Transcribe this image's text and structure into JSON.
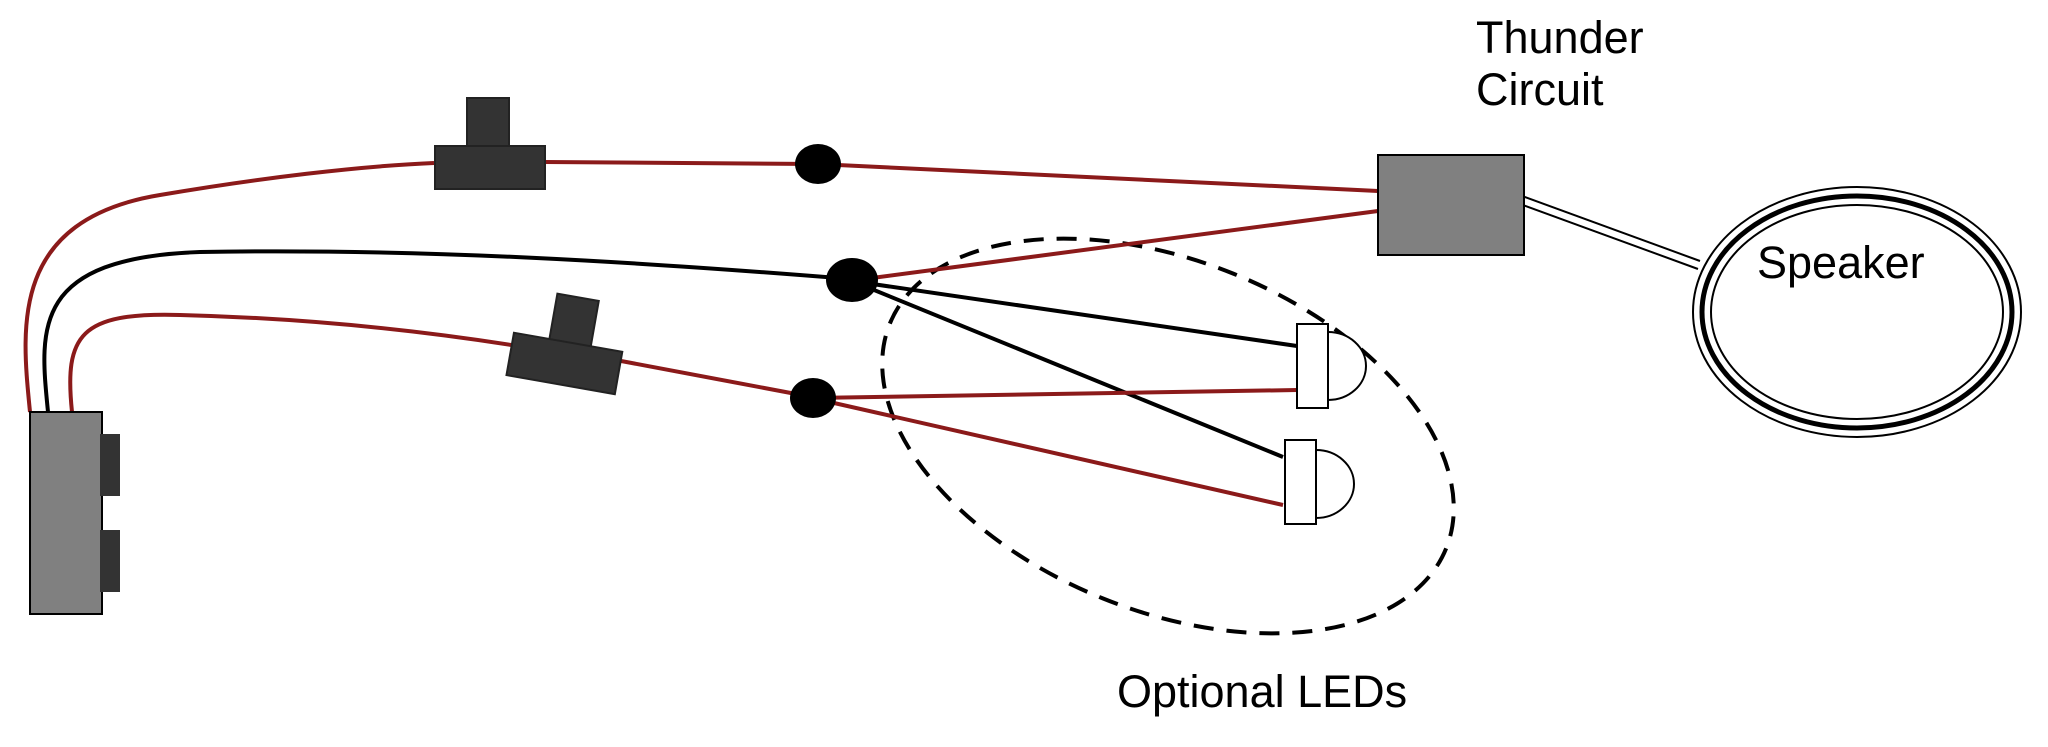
{
  "labels": {
    "thunder_circuit": [
      "Thunder",
      "Circuit"
    ],
    "speaker": "Speaker",
    "optional_leds": "Optional LEDs"
  },
  "colors": {
    "red_wire": "#8b1a1a",
    "black_wire": "#000000",
    "component_dark": "#333333",
    "component_gray": "#808080",
    "led_fill": "#ffffff"
  }
}
